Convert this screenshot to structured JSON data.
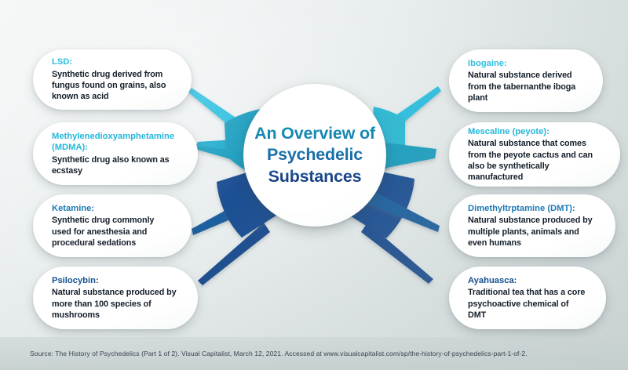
{
  "center": {
    "title_lines": [
      "An Overview of",
      "Psychedelic",
      "Substances"
    ],
    "gradient_from": "#1592b4",
    "gradient_to": "#16306f"
  },
  "colors": {
    "cyan_bright": "#2ec0e0",
    "cyan": "#23b7d9",
    "teal": "#1f9fc0",
    "blue_mid": "#1f7ab3",
    "blue": "#17599c",
    "navy": "#15508f",
    "navy_dark": "#13467f",
    "background_light": "#f1f4f4",
    "background_dark": "#d3dada",
    "card_white": "#ffffff",
    "body_text": "#141f2b",
    "footer_text": "#3a4550"
  },
  "cards": {
    "lsd": {
      "title": "LSD:",
      "body": "Synthetic drug derived from fungus found on grains, also known as acid",
      "accent": "#2ec0e0"
    },
    "mdma": {
      "title": "Methylenedioxyamphetamine (MDMA):",
      "body": "Synthetic drug also known as ecstasy",
      "accent": "#23b7d9"
    },
    "ketamine": {
      "title": "Ketamine:",
      "body": "Synthetic drug commonly used for anesthesia and procedural sedations",
      "accent": "#1f7ab3"
    },
    "psilocybin": {
      "title": "Psilocybin:",
      "body": "Natural substance produced by more than 100 species of mushrooms",
      "accent": "#15508f"
    },
    "ibogaine": {
      "title": "Ibogaine:",
      "body": "Natural substance derived from the tabernanthe iboga plant",
      "accent": "#2ec0e0"
    },
    "mescaline": {
      "title": "Mescaline (peyote):",
      "body": "Natural substance that comes from the peyote cactus and can also be synthetically manufactured",
      "accent": "#23b7d9"
    },
    "dmt": {
      "title": "Dimethyltrptamine (DMT):",
      "body": "Natural substance produced by multiple plants, animals and even humans",
      "accent": "#1f7ab3"
    },
    "ayahuasca": {
      "title": "Ayahuasca:",
      "body": "Traditional tea that has a core psychoactive chemical of DMT",
      "accent": "#15508f"
    }
  },
  "footer": {
    "source": "Source: The History of Psychedelics (Part 1 of 2). Visual Capitalist, March 12, 2021. Accessed at www.visualcapitalist.com/sp/the-history-of-psychedelics-part-1-of-2."
  }
}
